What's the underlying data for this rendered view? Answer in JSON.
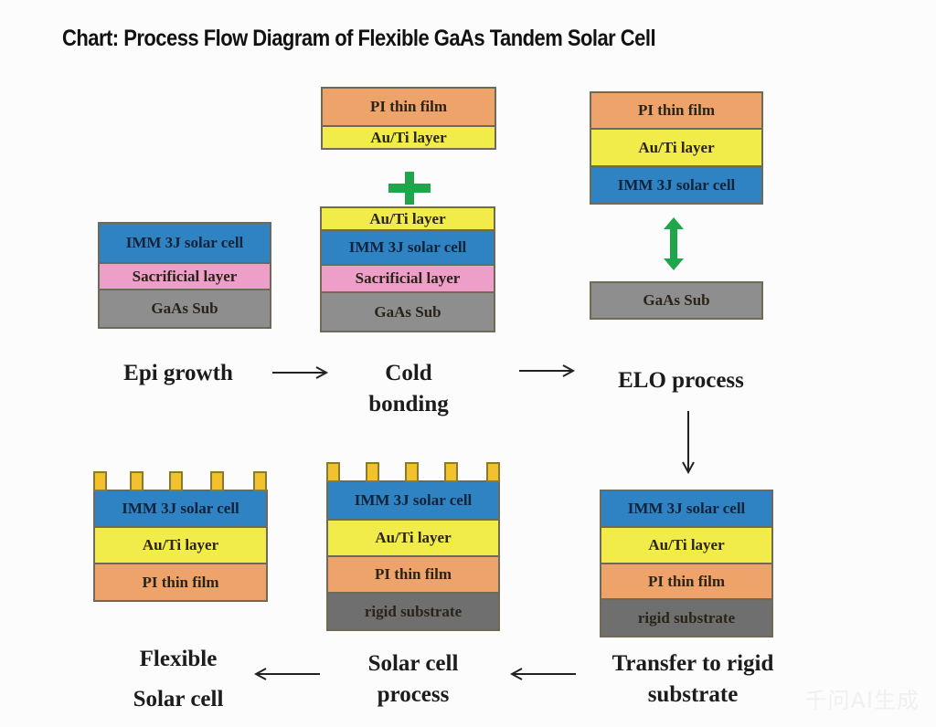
{
  "title": "Chart: Process Flow Diagram of Flexible GaAs Tandem Solar Cell",
  "colors": {
    "pi_thin_film": "#eea36a",
    "au_ti_layer": "#f1ec4a",
    "imm_3j_solar_cell": "#2f83c2",
    "sacrificial_layer": "#ee9fc9",
    "gaas_sub": "#8e8e8e",
    "rigid_substrate": "#6f6f6f",
    "contact": "#f2c22e",
    "bond_symbol": "#1fa64a"
  },
  "steps": {
    "epi_growth": {
      "label": "Epi growth",
      "layers": [
        "IMM 3J solar cell",
        "Sacrificial layer",
        "GaAs Sub"
      ]
    },
    "cold_bonding": {
      "label_line1": "Cold",
      "label_line2": "bonding",
      "top_layers": [
        "PI thin film",
        "Au/Ti layer"
      ],
      "bottom_layers": [
        "Au/Ti layer",
        "IMM 3J solar cell",
        "Sacrificial layer",
        "GaAs Sub"
      ],
      "join_symbol": "plus-icon"
    },
    "elo_process": {
      "label": "ELO process",
      "top_layers": [
        "PI thin film",
        "Au/Ti layer",
        "IMM 3J solar cell"
      ],
      "bottom_layers": [
        "GaAs Sub"
      ],
      "separation_symbol": "double-arrow-icon"
    },
    "transfer_to_rigid": {
      "label_line1": "Transfer to rigid",
      "label_line2": "substrate",
      "layers": [
        "IMM 3J solar cell",
        "Au/Ti layer",
        "PI thin film",
        "rigid substrate"
      ]
    },
    "solar_cell_process": {
      "label_line1": "Solar cell",
      "label_line2": "process",
      "contacts": 5,
      "layers": [
        "IMM 3J solar cell",
        "Au/Ti layer",
        "PI thin film",
        "rigid substrate"
      ]
    },
    "flexible_solar_cell": {
      "label_line1": "Flexible",
      "label_line2": "Solar cell",
      "contacts": 5,
      "layers": [
        "IMM 3J solar cell",
        "Au/Ti layer",
        "PI thin film"
      ]
    }
  },
  "flow": [
    "Epi growth",
    "Cold bonding",
    "ELO process",
    "Transfer to rigid substrate",
    "Solar cell process",
    "Flexible Solar cell"
  ],
  "watermark": "千问AI生成"
}
